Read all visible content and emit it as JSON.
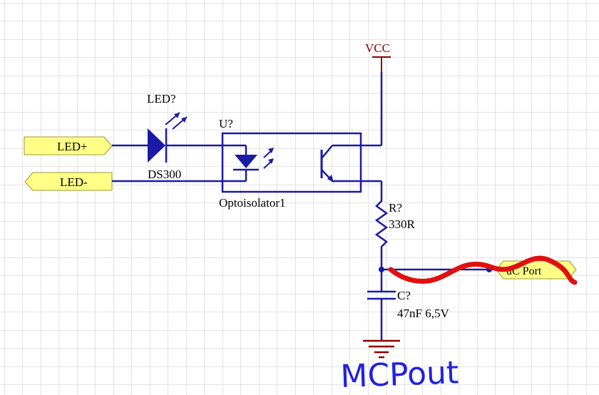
{
  "colors": {
    "background": "#ffffff",
    "grid": "#c8c8c8",
    "wire": "#1a1aa6",
    "component": "#1a1aa6",
    "text": "#000000",
    "power_label": "#8b0000",
    "port_fill": "#ffff88",
    "port_stroke": "#9a9a30",
    "annotation": "#e01010",
    "handwriting": "#2222dd"
  },
  "ports": {
    "led_plus": "LED+",
    "led_minus": "LED-",
    "uc_port": "uC Port"
  },
  "power": {
    "vcc": "VCC"
  },
  "components": {
    "led": {
      "designator": "LED?",
      "comment": "DS300"
    },
    "optocoupler": {
      "designator": "U?",
      "comment": "Optoisolator1"
    },
    "resistor": {
      "designator": "R?",
      "value": "330R"
    },
    "capacitor": {
      "designator": "C?",
      "value": "47nF 6,5V"
    }
  },
  "annotations": {
    "handwritten_text": "MCPout"
  },
  "icons": {
    "led": "led-diode-icon",
    "opto": "optocoupler-icon",
    "resistor": "resistor-zigzag-icon",
    "capacitor": "capacitor-icon",
    "ground": "ground-icon",
    "power": "power-bar-icon"
  }
}
